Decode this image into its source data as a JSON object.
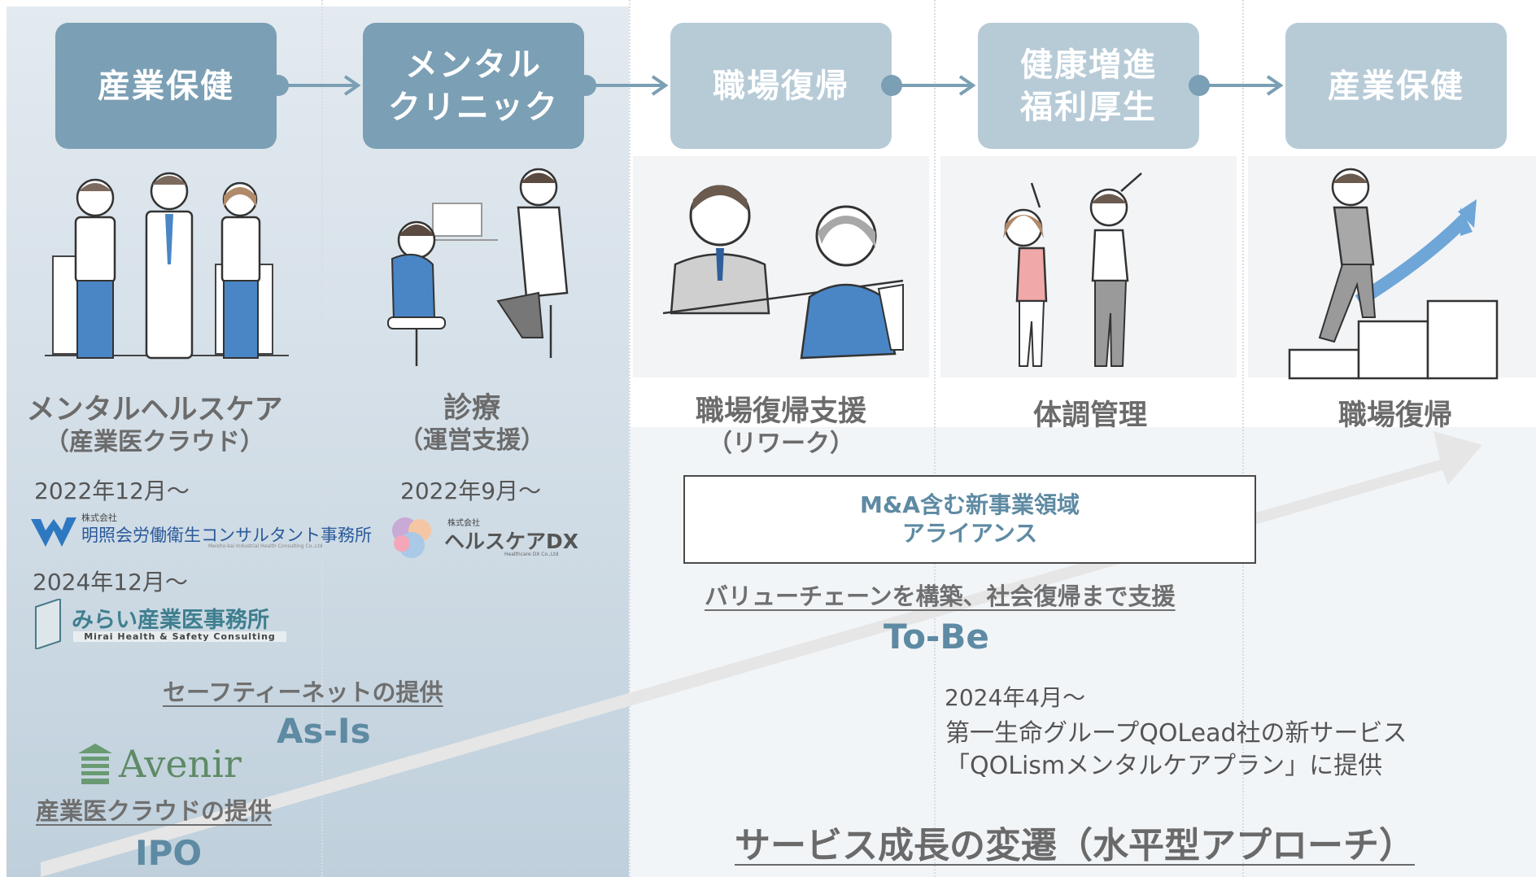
{
  "stages": [
    {
      "label": "産業保健"
    },
    {
      "label": "メンタル\nクリニック"
    },
    {
      "label": "職場復帰"
    },
    {
      "label": "健康増進\n福利厚生"
    },
    {
      "label": "産業保健"
    }
  ],
  "services": [
    {
      "main": "メンタルヘルスケア",
      "sub": "（産業医クラウド）"
    },
    {
      "main": "診療",
      "sub": "（運営支援）"
    },
    {
      "main": "職場復帰支援",
      "sub": "（リワーク）"
    },
    {
      "main": "体調管理",
      "sub": ""
    },
    {
      "main": "職場復帰",
      "sub": ""
    }
  ],
  "as_is": {
    "date1": "2022年12月～",
    "logo1_small": "株式会社",
    "logo1_name": "明照会労働衛生コンサルタント事務所",
    "logo1_en": "Meisho-kai Industrial Health Consulting Co.,Ltd",
    "date2": "2024年12月～",
    "logo2_name": "みらい産業医事務所",
    "logo2_en": "Mirai Health & Safety Consulting",
    "clinic_date": "2022年9月～",
    "clinic_logo_small": "株式会社",
    "clinic_logo_name": "ヘルスケアDX",
    "clinic_logo_en": "Healthcare DX Co.,Ltd",
    "safety_net": "セーフティーネットの提供",
    "label": "As-Is",
    "avenir": "Avenir",
    "cloud": "産業医クラウドの提供",
    "ipo": "IPO"
  },
  "to_be": {
    "alliance": "M&A含む新事業領域\nアライアンス",
    "value_chain": "バリューチェーンを構築、社会復帰まで支援",
    "label": "To-Be",
    "date": "2024年4月～",
    "desc": "第一生命グループQOLead社の新サービス\n「QOLismメンタルケアプラン」に提供"
  },
  "footer_title": "サービス成長の変遷（水平型アプローチ）",
  "colors": {
    "stage_dark": "#7b9fb4",
    "stage_light": "#b7cbd7",
    "accent_text": "#5e8aa3",
    "growth_arrow": "#e6e6e6",
    "illustration_blue": "#4a86c5"
  }
}
